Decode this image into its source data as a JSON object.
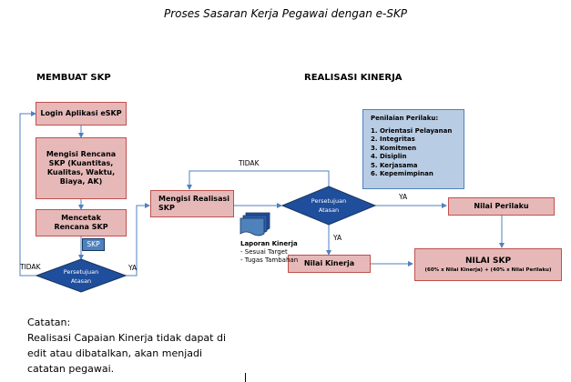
{
  "title": "Proses Sasaran Kerja Pegawai dengan e-SKP",
  "sections": {
    "left": "MEMBUAT SKP",
    "right": "REALISASI KINERJA"
  },
  "boxes": {
    "login": "Login Aplikasi eSKP",
    "mengisi_rencana": "Mengisi Rencana SKP (Kuantitas, Kualitas, Waktu, Biaya, AK)",
    "mencetak": "Mencetak Rencana SKP",
    "mengisi_realisasi": "Mengisi Realisasi SKP",
    "nilai_perilaku": "Nilai Perilaku",
    "nilai_kinerja": "Nilai Kinerja",
    "nilai_skp_title": "NILAI SKP",
    "nilai_skp_formula": "(60% x Nilai Kinerja) + (40% x Nilai Perilaku)"
  },
  "doc_icon": "SKP",
  "decisions": {
    "left": [
      "Persetujuan",
      "Atasan"
    ],
    "right": [
      "Persetujuan",
      "Atasan"
    ]
  },
  "edge_labels": {
    "tidak_left": "TIDAK",
    "ya_left": "YA",
    "tidak_top": "TIDAK",
    "ya_right": "YA",
    "ya_down": "YA"
  },
  "penilaian": {
    "title": "Penilaian Perilaku:",
    "items": [
      "1. Orientasi Pelayanan",
      "2. Integritas",
      "3. Komitmen",
      "4. Disiplin",
      "5. Kerjasama",
      "6. Kepemimpinan"
    ]
  },
  "laporan": {
    "title": "Laporan Kinerja",
    "items": [
      "- Sesuai Target",
      "- Tugas Tambahan"
    ]
  },
  "note": {
    "heading": "Catatan:",
    "lines": [
      "Realisasi Capaian Kinerja tidak dapat di",
      "edit atau dibatalkan, akan menjadi",
      "catatan pegawai."
    ]
  },
  "colors": {
    "box_fill": "#e6b9b8",
    "box_border": "#c0504d",
    "decision_fill": "#1f4e9c",
    "arrow": "#4f81bd",
    "info_fill": "#b8cce4"
  }
}
